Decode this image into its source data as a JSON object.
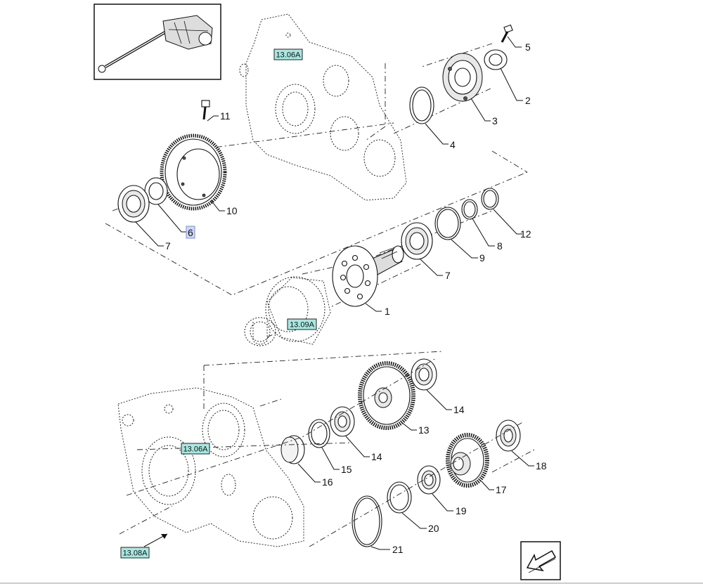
{
  "callouts": {
    "c1": "1",
    "c2": "2",
    "c3": "3",
    "c4": "4",
    "c5": "5",
    "c6": "6",
    "c7a": "7",
    "c7b": "7",
    "c8": "8",
    "c9": "9",
    "c10": "10",
    "c11": "11",
    "c12": "12",
    "c13": "13",
    "c14a": "14",
    "c14b": "14",
    "c15": "15",
    "c16": "16",
    "c17": "17",
    "c18": "18",
    "c19": "19",
    "c20": "20",
    "c21": "21"
  },
  "references": {
    "r_top": "13.06A",
    "r_mid": "13.09A",
    "r_low": "13.06A",
    "r_bottom": "13.08A"
  },
  "colors": {
    "reference_box": "#a8e8e0",
    "highlight_box": "#cfd8f5"
  },
  "icons": {
    "thumbnail": "assembly-thumbnail-icon",
    "navigation": "arrow-back-icon"
  }
}
